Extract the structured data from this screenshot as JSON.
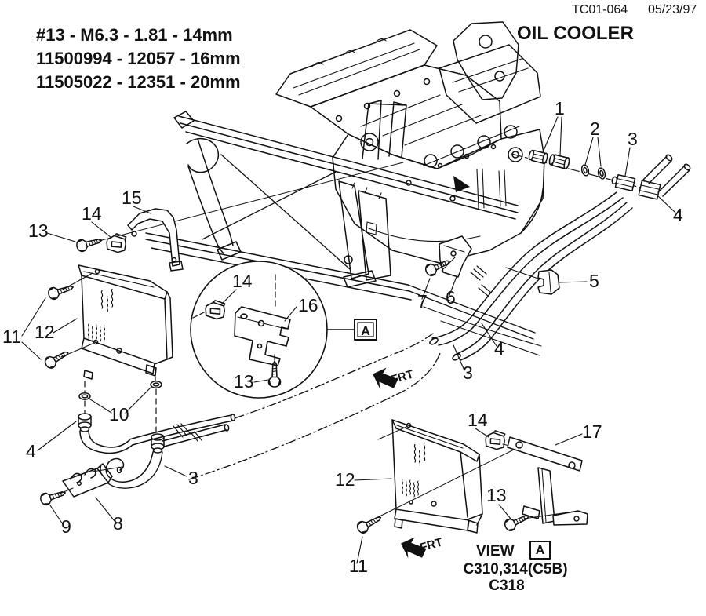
{
  "colors": {
    "ink": "#111111",
    "paper": "#ffffff"
  },
  "header": {
    "doc_code": "TC01-064",
    "date": "05/23/97",
    "title": "OIL COOLER"
  },
  "fastener_note": {
    "line1": "#13 - M6.3 - 1.81 - 14mm",
    "line2": "11500994 - 12057 - 16mm",
    "line3": "11505022 - 12351 - 20mm"
  },
  "annotations": {
    "frt": "FRT",
    "detail_marker": "A",
    "view_prefix": "VIEW",
    "view_marker": "A",
    "view_code_line1": "C310,314(C5B)",
    "view_code_line2": "C318"
  },
  "callouts": [
    {
      "label": "1"
    },
    {
      "label": "2"
    },
    {
      "label": "3"
    },
    {
      "label": "4"
    },
    {
      "label": "15"
    },
    {
      "label": "14"
    },
    {
      "label": "13"
    },
    {
      "label": "11"
    },
    {
      "label": "12"
    },
    {
      "label": "14"
    },
    {
      "label": "16"
    },
    {
      "label": "13"
    },
    {
      "label": "7"
    },
    {
      "label": "6"
    },
    {
      "label": "5"
    },
    {
      "label": "4"
    },
    {
      "label": "3"
    },
    {
      "label": "10"
    },
    {
      "label": "4"
    },
    {
      "label": "3"
    },
    {
      "label": "9"
    },
    {
      "label": "8"
    },
    {
      "label": "12"
    },
    {
      "label": "14"
    },
    {
      "label": "17"
    },
    {
      "label": "13"
    },
    {
      "label": "11"
    }
  ]
}
